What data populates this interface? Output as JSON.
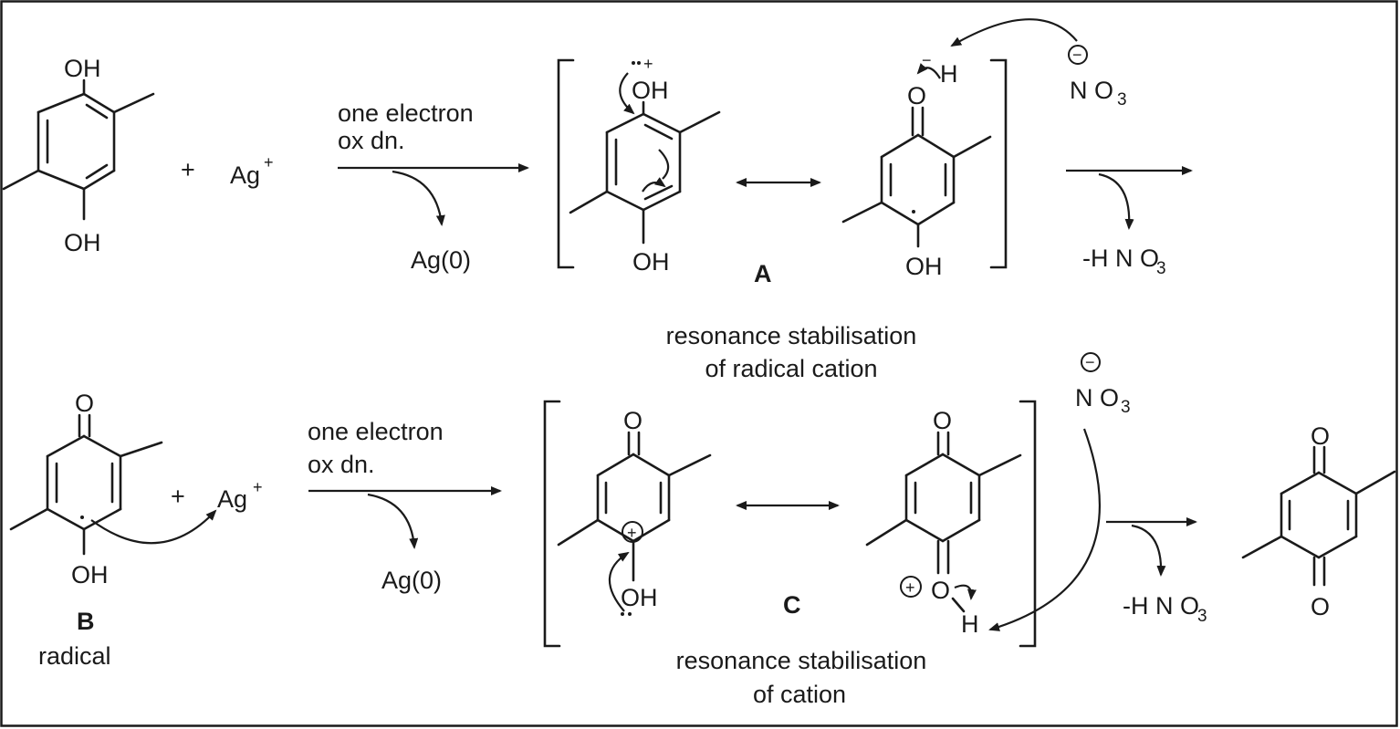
{
  "top_row": {
    "reactant_oh_top": "OH",
    "reactant_oh_bottom": "OH",
    "plus": "+",
    "ag_ion": "Ag",
    "ag_charge": "+",
    "step_label_line1": "one electron",
    "step_label_line2": "ox dn.",
    "ag_product": "Ag(0)",
    "a_oh_top": "OH",
    "a_oh_top_charge": "+",
    "a_oh_bottom": "OH",
    "a2_o": "O",
    "a2_h": "H",
    "a2_minus": "−",
    "a2_oh_bottom": "OH",
    "label_a": "A",
    "nitrate_charge": "−",
    "nitrate_n": "N O",
    "nitrate_sub": "3",
    "loss_label": "-H N O",
    "loss_sub": "3",
    "caption_line1": "resonance stabilisation",
    "caption_line2": "of radical cation"
  },
  "bottom_row": {
    "b_o_top": "O",
    "b_oh": "OH",
    "label_b": "B",
    "b_caption": "radical",
    "plus": "+",
    "ag_ion": "Ag",
    "ag_charge": "+",
    "step_label_line1": "one electron",
    "step_label_line2": "ox dn.",
    "ag_product": "Ag(0)",
    "c1_o_top": "O",
    "c1_plus": "+",
    "c1_oh": "OH",
    "c2_o_top": "O",
    "c2_o_bottom": "O",
    "c2_plus": "+",
    "c2_h": "H",
    "label_c": "C",
    "nitrate_charge": "−",
    "nitrate_n": "N O",
    "nitrate_sub": "3",
    "loss_label": "-H N O",
    "loss_sub": "3",
    "product_o_top": "O",
    "product_o_bottom": "O",
    "caption_line1": "resonance stabilisation",
    "caption_line2": "of cation"
  }
}
